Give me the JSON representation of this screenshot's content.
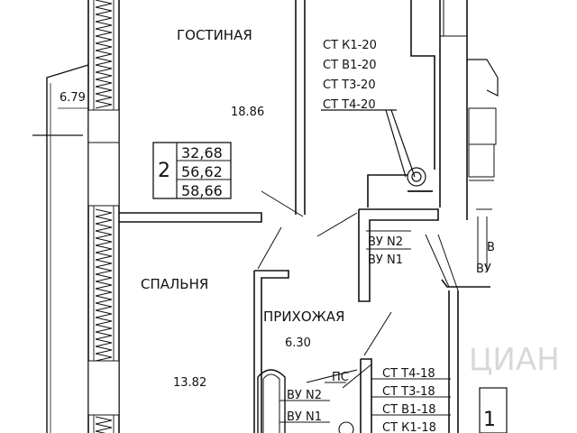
{
  "rooms": {
    "living": {
      "name": "ГОСТИНАЯ",
      "area": "18.86"
    },
    "bedroom": {
      "name": "СПАЛЬНЯ",
      "area": "13.82"
    },
    "hall": {
      "name": "ПРИХОЖАЯ",
      "area": "6.30"
    },
    "balcony_area": "6.79"
  },
  "apartment": {
    "rooms_count": "2",
    "areas": [
      "32,68",
      "56,62",
      "58,66"
    ]
  },
  "risers_top": [
    "СТ  К1-20",
    "СТ  В1-20",
    "СТ  Т3-20",
    "СТ  Т4-20"
  ],
  "risers_bottom": [
    "СТ  Т4-18",
    "СТ  Т3-18",
    "СТ  В1-18",
    "СТ  К1-18"
  ],
  "valves_top": [
    "ВУ  N2",
    "ВУ  N1"
  ],
  "valves_bottom": [
    "ВУ  N2",
    "ВУ  N1"
  ],
  "pc_label": "ПС",
  "edge_labels": {
    "b_char": "В",
    "by_label": "ВУ",
    "one_char": "1"
  },
  "watermark": "ЦИАН"
}
